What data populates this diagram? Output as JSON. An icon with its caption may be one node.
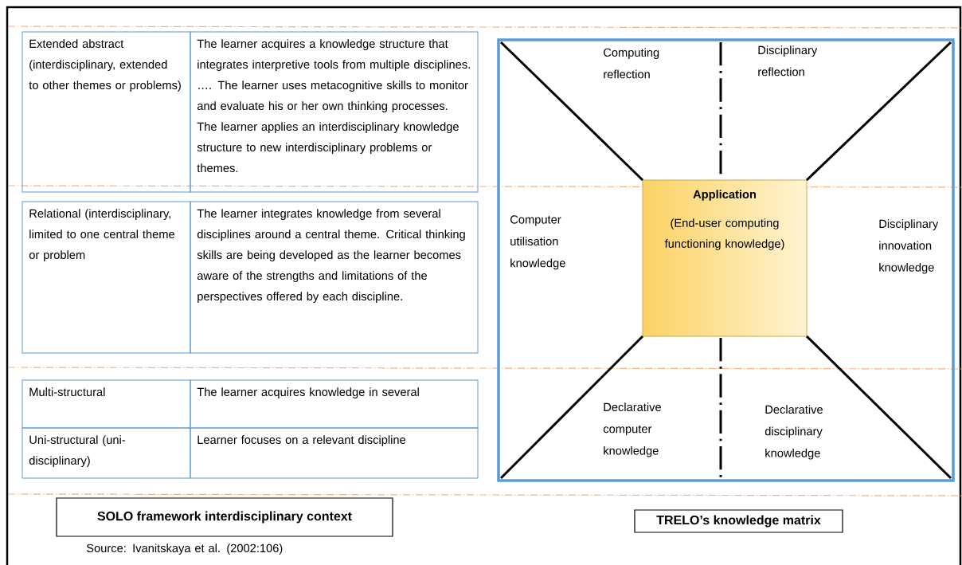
{
  "diagram": {
    "nodes": [
      {
        "text": [],
        "shape": "box"
      },
      {
        "text": [
          "Application",
          "(End-user computing functioning knowledge)"
        ],
        "in": 0
      },
      {
        "text": [
          "SOLO framework interdisciplinary context"
        ]
      },
      {
        "text": [
          "TRELO’s knowledge matrix"
        ]
      }
    ],
    "labels": [
      "Extended abstract (interdisciplinary, extended to other themes or problems)",
      "The learner acquires a knowledge structure that integrates interpretive tools from multiple disciplines. …. The learner uses metacognitive skills to monitor and evaluate his or her own thinking processes. The learner applies an interdisciplinary knowledge structure to new interdisciplinary problems or themes.",
      "Relational (interdisciplinary, limited to one central theme or problem",
      "The learner integrates knowledge from several disciplines around a central theme. Critical thinking skills are being developed as the learner becomes aware of the strengths and limitations of the perspectives offered by each discipline.",
      "Multi-structural",
      "The learner acquires knowledge in several",
      "Uni-structural (uni-disciplinary)",
      "Learner focuses on a relevant discipline",
      "Computing reflection",
      "Disciplinary reflection",
      "Computer utilisation knowledge",
      "Disciplinary innovation knowledge",
      "Declarative computer knowledge",
      "Declarative disciplinary knowledge",
      "Source: Ivanitskaya et al. (2002:106)"
    ]
  }
}
